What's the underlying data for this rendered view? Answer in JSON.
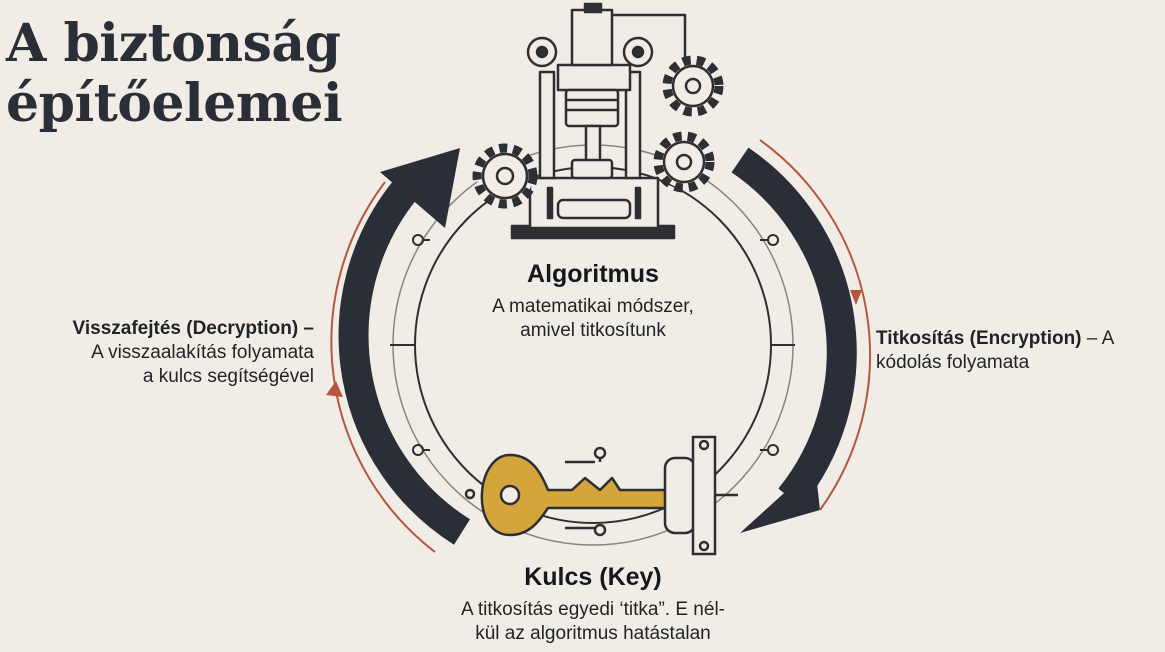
{
  "title": {
    "line1": "A biztonság",
    "line2": "építőelemei"
  },
  "algorithm": {
    "title": "Algoritmus",
    "desc1": "A matematikai módszer,",
    "desc2": "amivel titkosítunk"
  },
  "key": {
    "title": "Kulcs (Key)",
    "desc1": "A titkosítás egyedi ‘titka”. E nél-",
    "desc2": "kül az algoritmus hatástalan"
  },
  "decryption": {
    "term": "Visszafejtés (Decryption) –",
    "desc1": "A visszaalakítás folyamata",
    "desc2": "a kulcs segítségével"
  },
  "encryption": {
    "term": "Titkosítás (Encryption)",
    "dash": " – A",
    "desc": "kódolás folyamata"
  },
  "colors": {
    "background": "#f1ede6",
    "arrow": "#2a2f37",
    "accent": "#b5563e",
    "key_gold": "#d4a53a",
    "line": "#2d2f33"
  },
  "icons": [
    "machine-press-icon",
    "gear-icon",
    "key-icon",
    "lock-cylinder-icon",
    "cycle-arrow-icon"
  ]
}
